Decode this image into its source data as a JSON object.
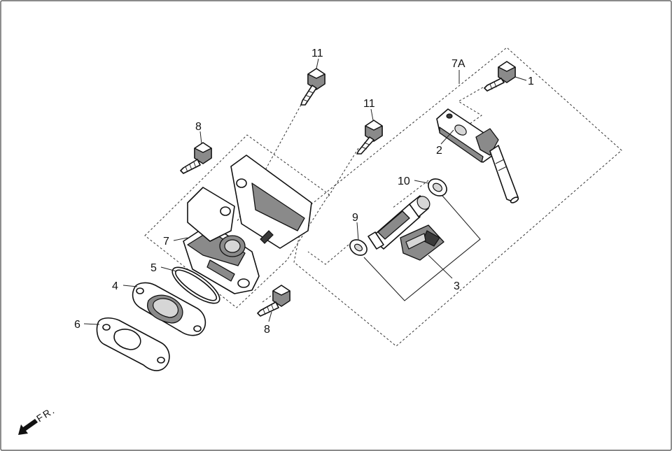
{
  "callouts": [
    {
      "id": "c1",
      "text": "1"
    },
    {
      "id": "c2",
      "text": "2"
    },
    {
      "id": "c3",
      "text": "3"
    },
    {
      "id": "c4",
      "text": "4"
    },
    {
      "id": "c5",
      "text": "5"
    },
    {
      "id": "c6",
      "text": "6"
    },
    {
      "id": "c7",
      "text": "7"
    },
    {
      "id": "c7a",
      "text": "7A"
    },
    {
      "id": "c8a",
      "text": "8"
    },
    {
      "id": "c8b",
      "text": "8"
    },
    {
      "id": "c9",
      "text": "9"
    },
    {
      "id": "c10",
      "text": "10"
    },
    {
      "id": "c11a",
      "text": "11"
    },
    {
      "id": "c11b",
      "text": "11"
    }
  ],
  "direction": {
    "label": "FR.",
    "icon": "arrow-front-icon"
  }
}
